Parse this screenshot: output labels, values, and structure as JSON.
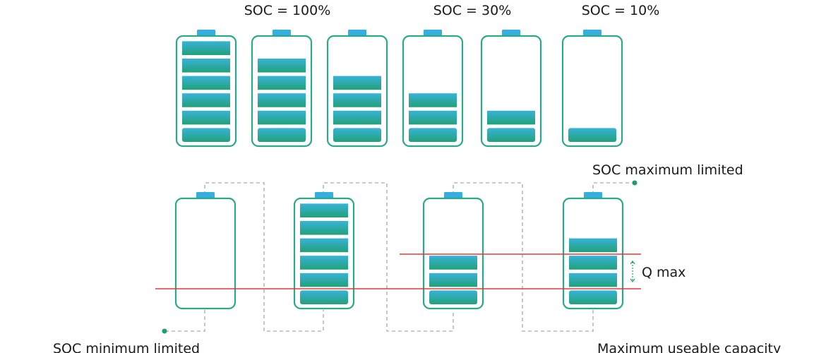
{
  "labels": {
    "soc_100": "SOC = 100%",
    "soc_30": "SOC = 30%",
    "soc_10": "SOC = 10%",
    "soc_max_limited": "SOC maximum limited",
    "soc_min_limited": "SOC minimum limited",
    "q_max": "Q max",
    "max_useable": "Maximum useable capacity"
  },
  "colors": {
    "outline": "#2aa98a",
    "terminal": "#35aee0",
    "bar_top": "#38b3d8",
    "bar_bottom": "#22a17a",
    "limit_line": "#e53935",
    "connector": "#b8b8b8",
    "dot": "#1f9e6d"
  },
  "top_row": {
    "battery_count": 6,
    "bar_levels": [
      6,
      5,
      4,
      3,
      2,
      1
    ]
  },
  "bottom_row": {
    "battery_count": 4,
    "bar_levels": [
      0,
      6,
      3,
      4
    ]
  }
}
